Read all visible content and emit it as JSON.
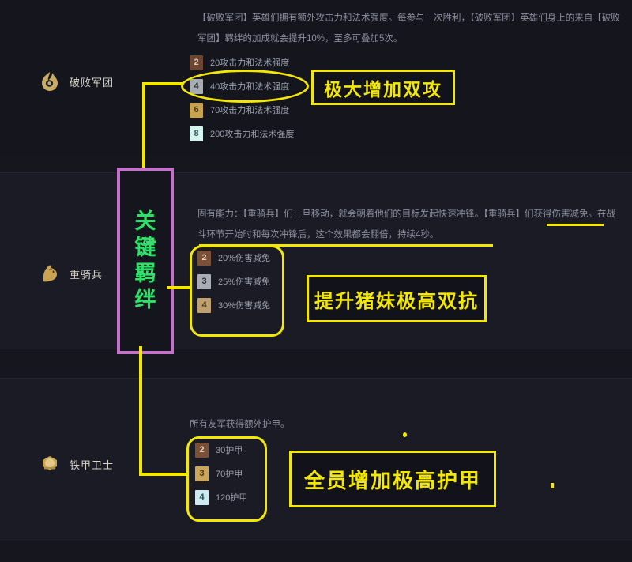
{
  "annotations": {
    "key_trait_vertical": [
      "关",
      "键",
      "羁",
      "绊"
    ],
    "callout_1": "极大增加双攻",
    "callout_2": "提升猪妹极高双抗",
    "callout_3": "全员增加极高护甲",
    "highlight_color": "#f5e800",
    "key_box_color": "#c272c8",
    "key_text_color": "#2fe06a"
  },
  "traits": [
    {
      "name": "破败军团",
      "icon": "flame-swirl-icon",
      "description": "【破败军团】英雄们拥有额外攻击力和法术强度。每参与一次胜利，【破败军团】英雄们身上的来自【破败军团】羁绊的加成就会提升10%，至多可叠加5次。",
      "tiers": [
        {
          "count": "2",
          "effect": "20攻击力和法术强度",
          "rank": "bronze"
        },
        {
          "count": "4",
          "effect": "40攻击力和法术强度",
          "rank": "silver"
        },
        {
          "count": "6",
          "effect": "70攻击力和法术强度",
          "rank": "gold"
        },
        {
          "count": "8",
          "effect": "200攻击力和法术强度",
          "rank": "prismatic"
        }
      ]
    },
    {
      "name": "重骑兵",
      "icon": "horse-head-icon",
      "description": "固有能力：【重骑兵】们一旦移动，就会朝着他们的目标发起快速冲锋。【重骑兵】们获得伤害减免。在战斗环节开始时和每次冲锋后，这个效果都会翻倍，持续4秒。",
      "tiers": [
        {
          "count": "2",
          "effect": "20%伤害减免",
          "rank": "bronze"
        },
        {
          "count": "3",
          "effect": "25%伤害减免",
          "rank": "silver"
        },
        {
          "count": "4",
          "effect": "30%伤害减免",
          "rank": "gold"
        }
      ]
    },
    {
      "name": "铁甲卫士",
      "icon": "shield-crest-icon",
      "description": "所有友军获得额外护甲。",
      "tiers": [
        {
          "count": "2",
          "effect": "30护甲",
          "rank": "bronze"
        },
        {
          "count": "3",
          "effect": "70护甲",
          "rank": "gold"
        },
        {
          "count": "4",
          "effect": "120护甲",
          "rank": "prismatic"
        }
      ]
    }
  ]
}
